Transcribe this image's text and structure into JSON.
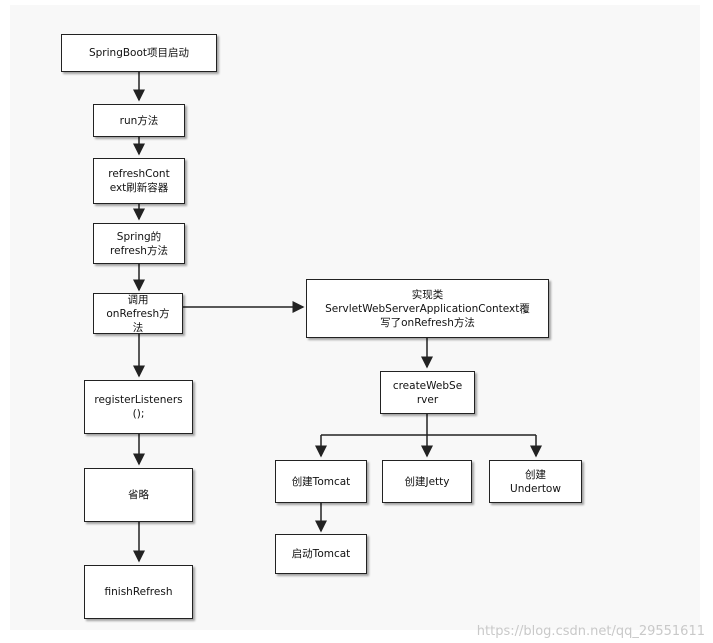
{
  "nodes": {
    "start": "SpringBoot项目启动",
    "run": "run方法",
    "refresh_context": "refreshCont\next刷新容器",
    "spring_refresh": "Spring的\nrefresh方法",
    "on_refresh": "调用\nonRefresh方\n法",
    "impl": "实现类\nServletWebServerApplicationContext覆\n写了onRefresh方法",
    "create_web_server": "createWebSe\nrver",
    "register_listeners": "registerListeners\n();",
    "tomcat": "创建Tomcat",
    "jetty": "创建Jetty",
    "undertow": "创建\nUndertow",
    "start_tomcat": "启动Tomcat",
    "omitted": "省略",
    "finish_refresh": "finishRefresh"
  },
  "watermark": "https://blog.csdn.net/qq_29551611",
  "colors": {
    "stroke": "#222222",
    "background": "#f8f8f8"
  }
}
